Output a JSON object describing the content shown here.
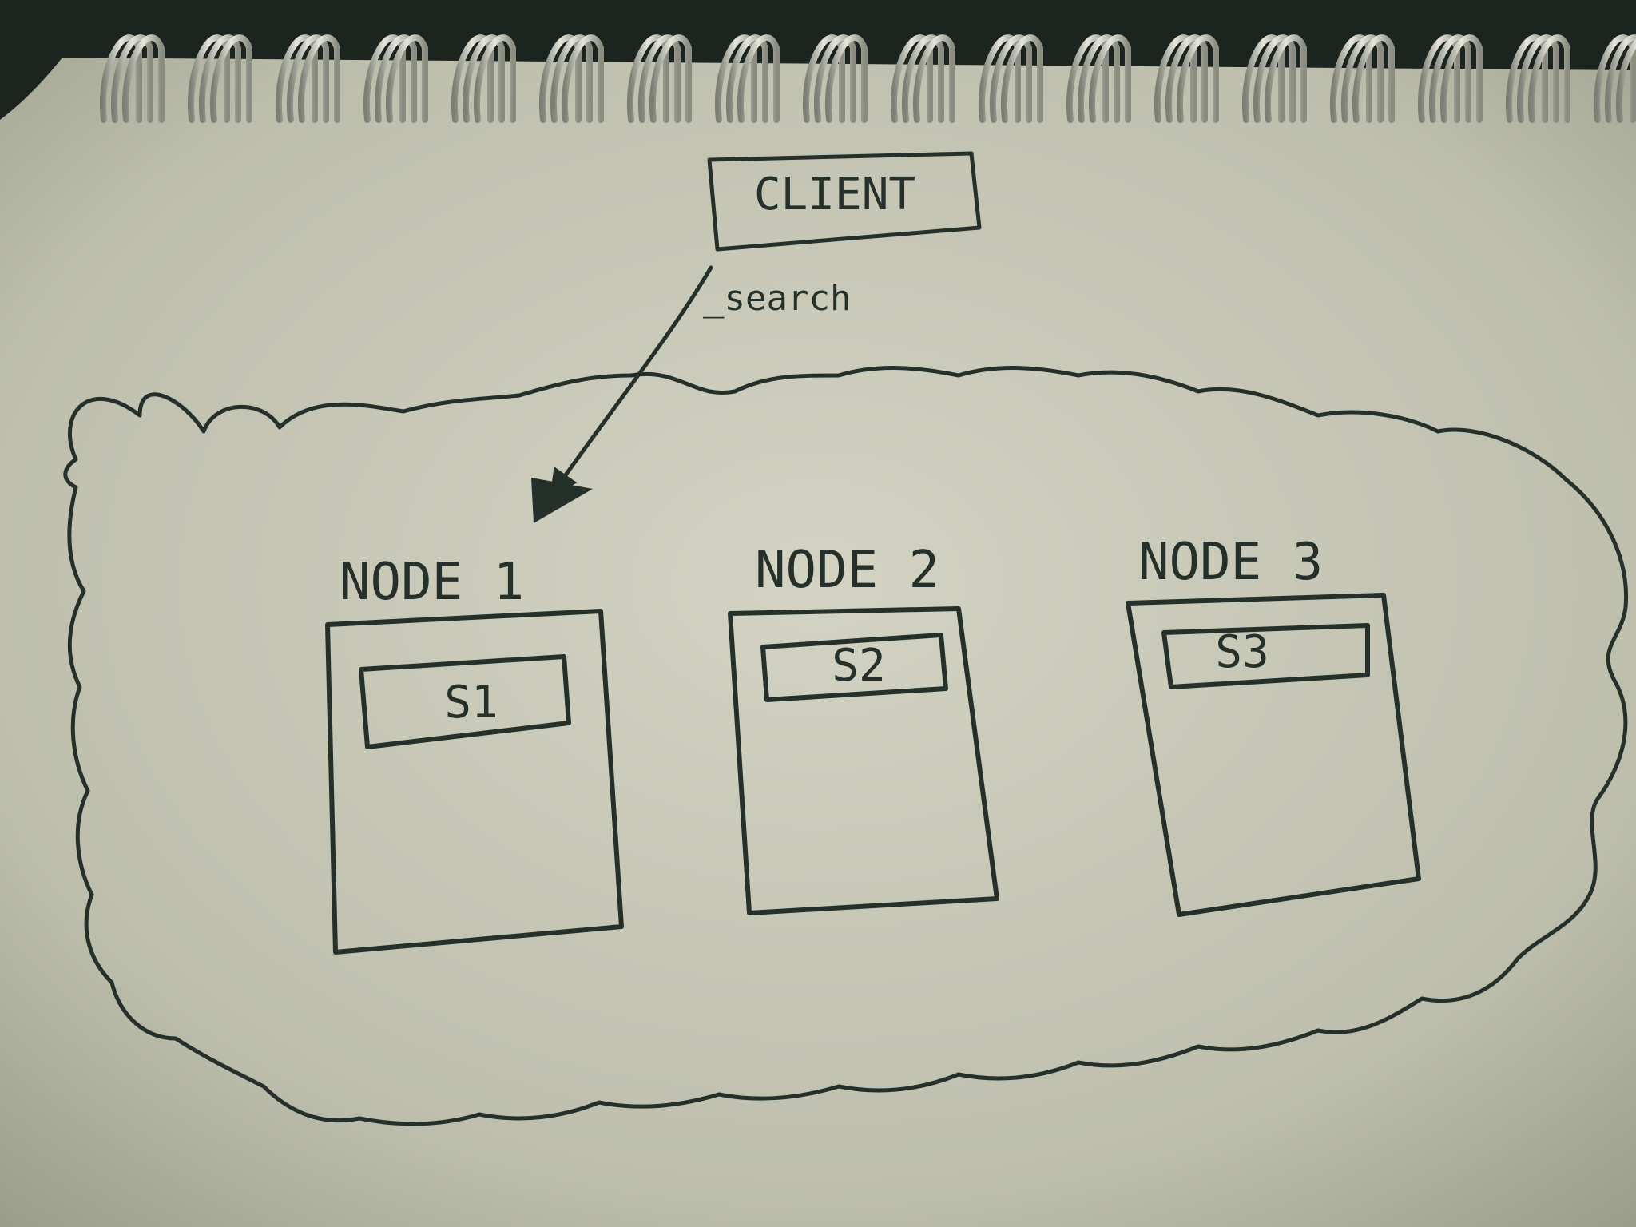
{
  "client": {
    "label": "CLIENT"
  },
  "request": {
    "label": "_search"
  },
  "nodes": [
    {
      "label": "NODE 1",
      "shard": "S1"
    },
    {
      "label": "NODE 2",
      "shard": "S2"
    },
    {
      "label": "NODE 3",
      "shard": "S3"
    }
  ],
  "colors": {
    "ink": "#26302a",
    "paper": "#c9c9b8",
    "background": "#1c2420"
  }
}
